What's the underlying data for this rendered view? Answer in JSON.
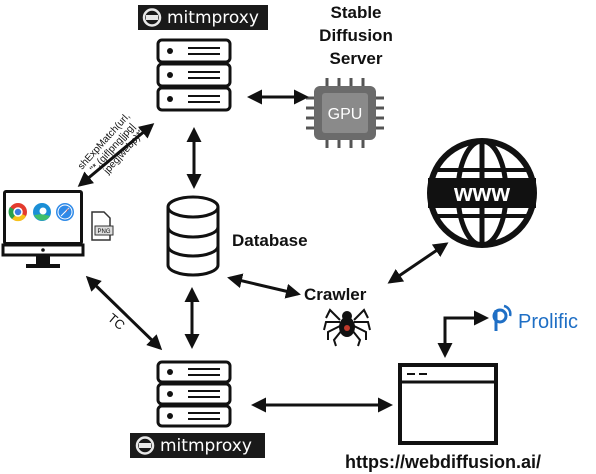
{
  "labels": {
    "stable_diffusion": [
      "Stable",
      "Diffusion",
      "Server"
    ],
    "gpu": "GPU",
    "database": "Database",
    "crawler": "Crawler",
    "prolific": "Prolific",
    "url": "https://webdiffusion.ai/",
    "tc": "TC",
    "mitmproxy_top": "mitmproxy",
    "mitmproxy_bottom": "mitmproxy",
    "www": "www",
    "png_badge": "PNG",
    "shexp": [
      "shExpMatch(url,",
      "\"*.(gif|png|jpg|",
      "jpeg|webp)*\")"
    ]
  },
  "colors": {
    "ink": "#111111",
    "gpu_body": "#6b6b6b",
    "gpu_face": "#8a8a8a",
    "prolific_blue": "#1f6fc5",
    "chrome_red": "#e33b2e",
    "chrome_yellow": "#f7c21a",
    "chrome_green": "#2aa04a",
    "chrome_blue": "#3b7be0",
    "edge_blue": "#1b8fd6",
    "edge_green": "#3fbf6a",
    "safari_blue": "#2f8ae8",
    "spider_red": "#c0392b"
  },
  "icons": {
    "server_top": "server-icon",
    "server_bottom": "server-icon",
    "gpu": "gpu-chip-icon",
    "database": "database-icon",
    "globe": "globe-www-icon",
    "monitor": "monitor-icon",
    "spider": "spider-icon",
    "browser_window": "browser-window-icon",
    "prolific": "prolific-logo-icon",
    "mitm_logo": "mitmproxy-logo-icon"
  }
}
